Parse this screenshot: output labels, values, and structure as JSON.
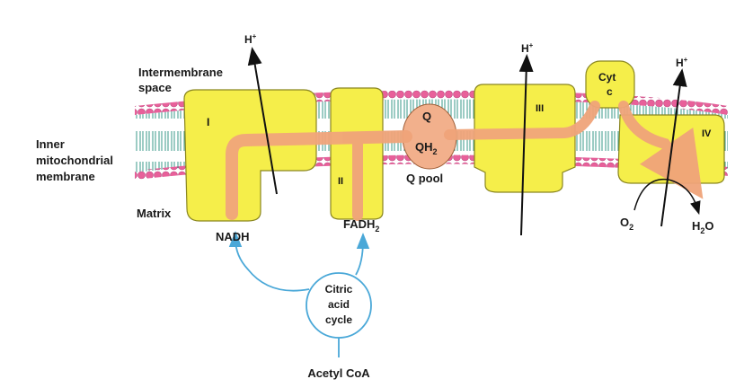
{
  "labels": {
    "intermembrane_line1": "Intermembrane",
    "intermembrane_line2": "space",
    "inner_line1": "Inner",
    "inner_line2": "mitochondrial",
    "inner_line3": "membrane",
    "matrix": "Matrix",
    "nadh": "NADH",
    "fadh2": "FADH",
    "fadh2_sub": "2",
    "q": "Q",
    "qh2": "QH",
    "qh2_sub": "2",
    "q_pool": "Q pool",
    "cyt_line1": "Cyt",
    "cyt_line2": "c",
    "o2": "O",
    "o2_sub": "2",
    "h2o_h": "H",
    "h2o_sub": "2",
    "h2o_o": "O",
    "citric_line1": "Citric",
    "citric_line2": "acid",
    "citric_line3": "cycle",
    "acetyl_coa": "Acetyl CoA"
  },
  "complexes": {
    "c1": "I",
    "c2": "II",
    "c3": "III",
    "c4": "IV"
  },
  "protons": [
    {
      "h": "H",
      "sup": "+"
    },
    {
      "h": "H",
      "sup": "+"
    },
    {
      "h": "H",
      "sup": "+"
    }
  ],
  "colors": {
    "complex_fill": "#f5ee4a",
    "complex_stroke": "#8a8620",
    "q_fill": "#f2b08c",
    "electron_path": "#f0a47a",
    "lipid_head": "#e8609a",
    "lipid_tail": "#3a9a8a",
    "citric_stroke": "#4aa8d8"
  }
}
